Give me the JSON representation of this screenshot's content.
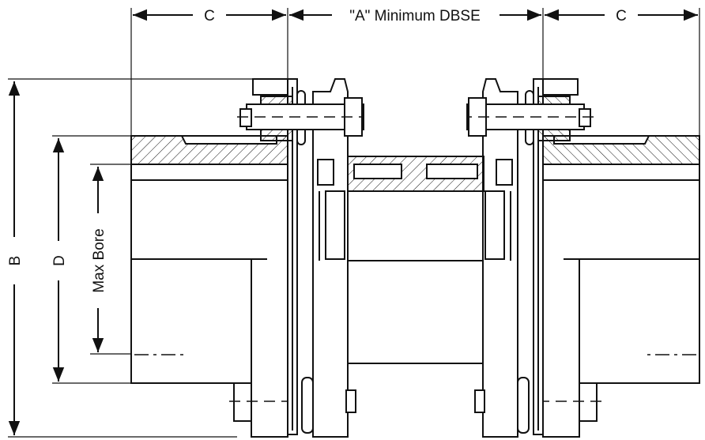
{
  "dimensions": {
    "c_left": "C",
    "a_label": "\"A\" Minimum DBSE",
    "c_right": "C",
    "b_label": "B",
    "d_label": "D",
    "max_bore_label": "Max Bore"
  }
}
